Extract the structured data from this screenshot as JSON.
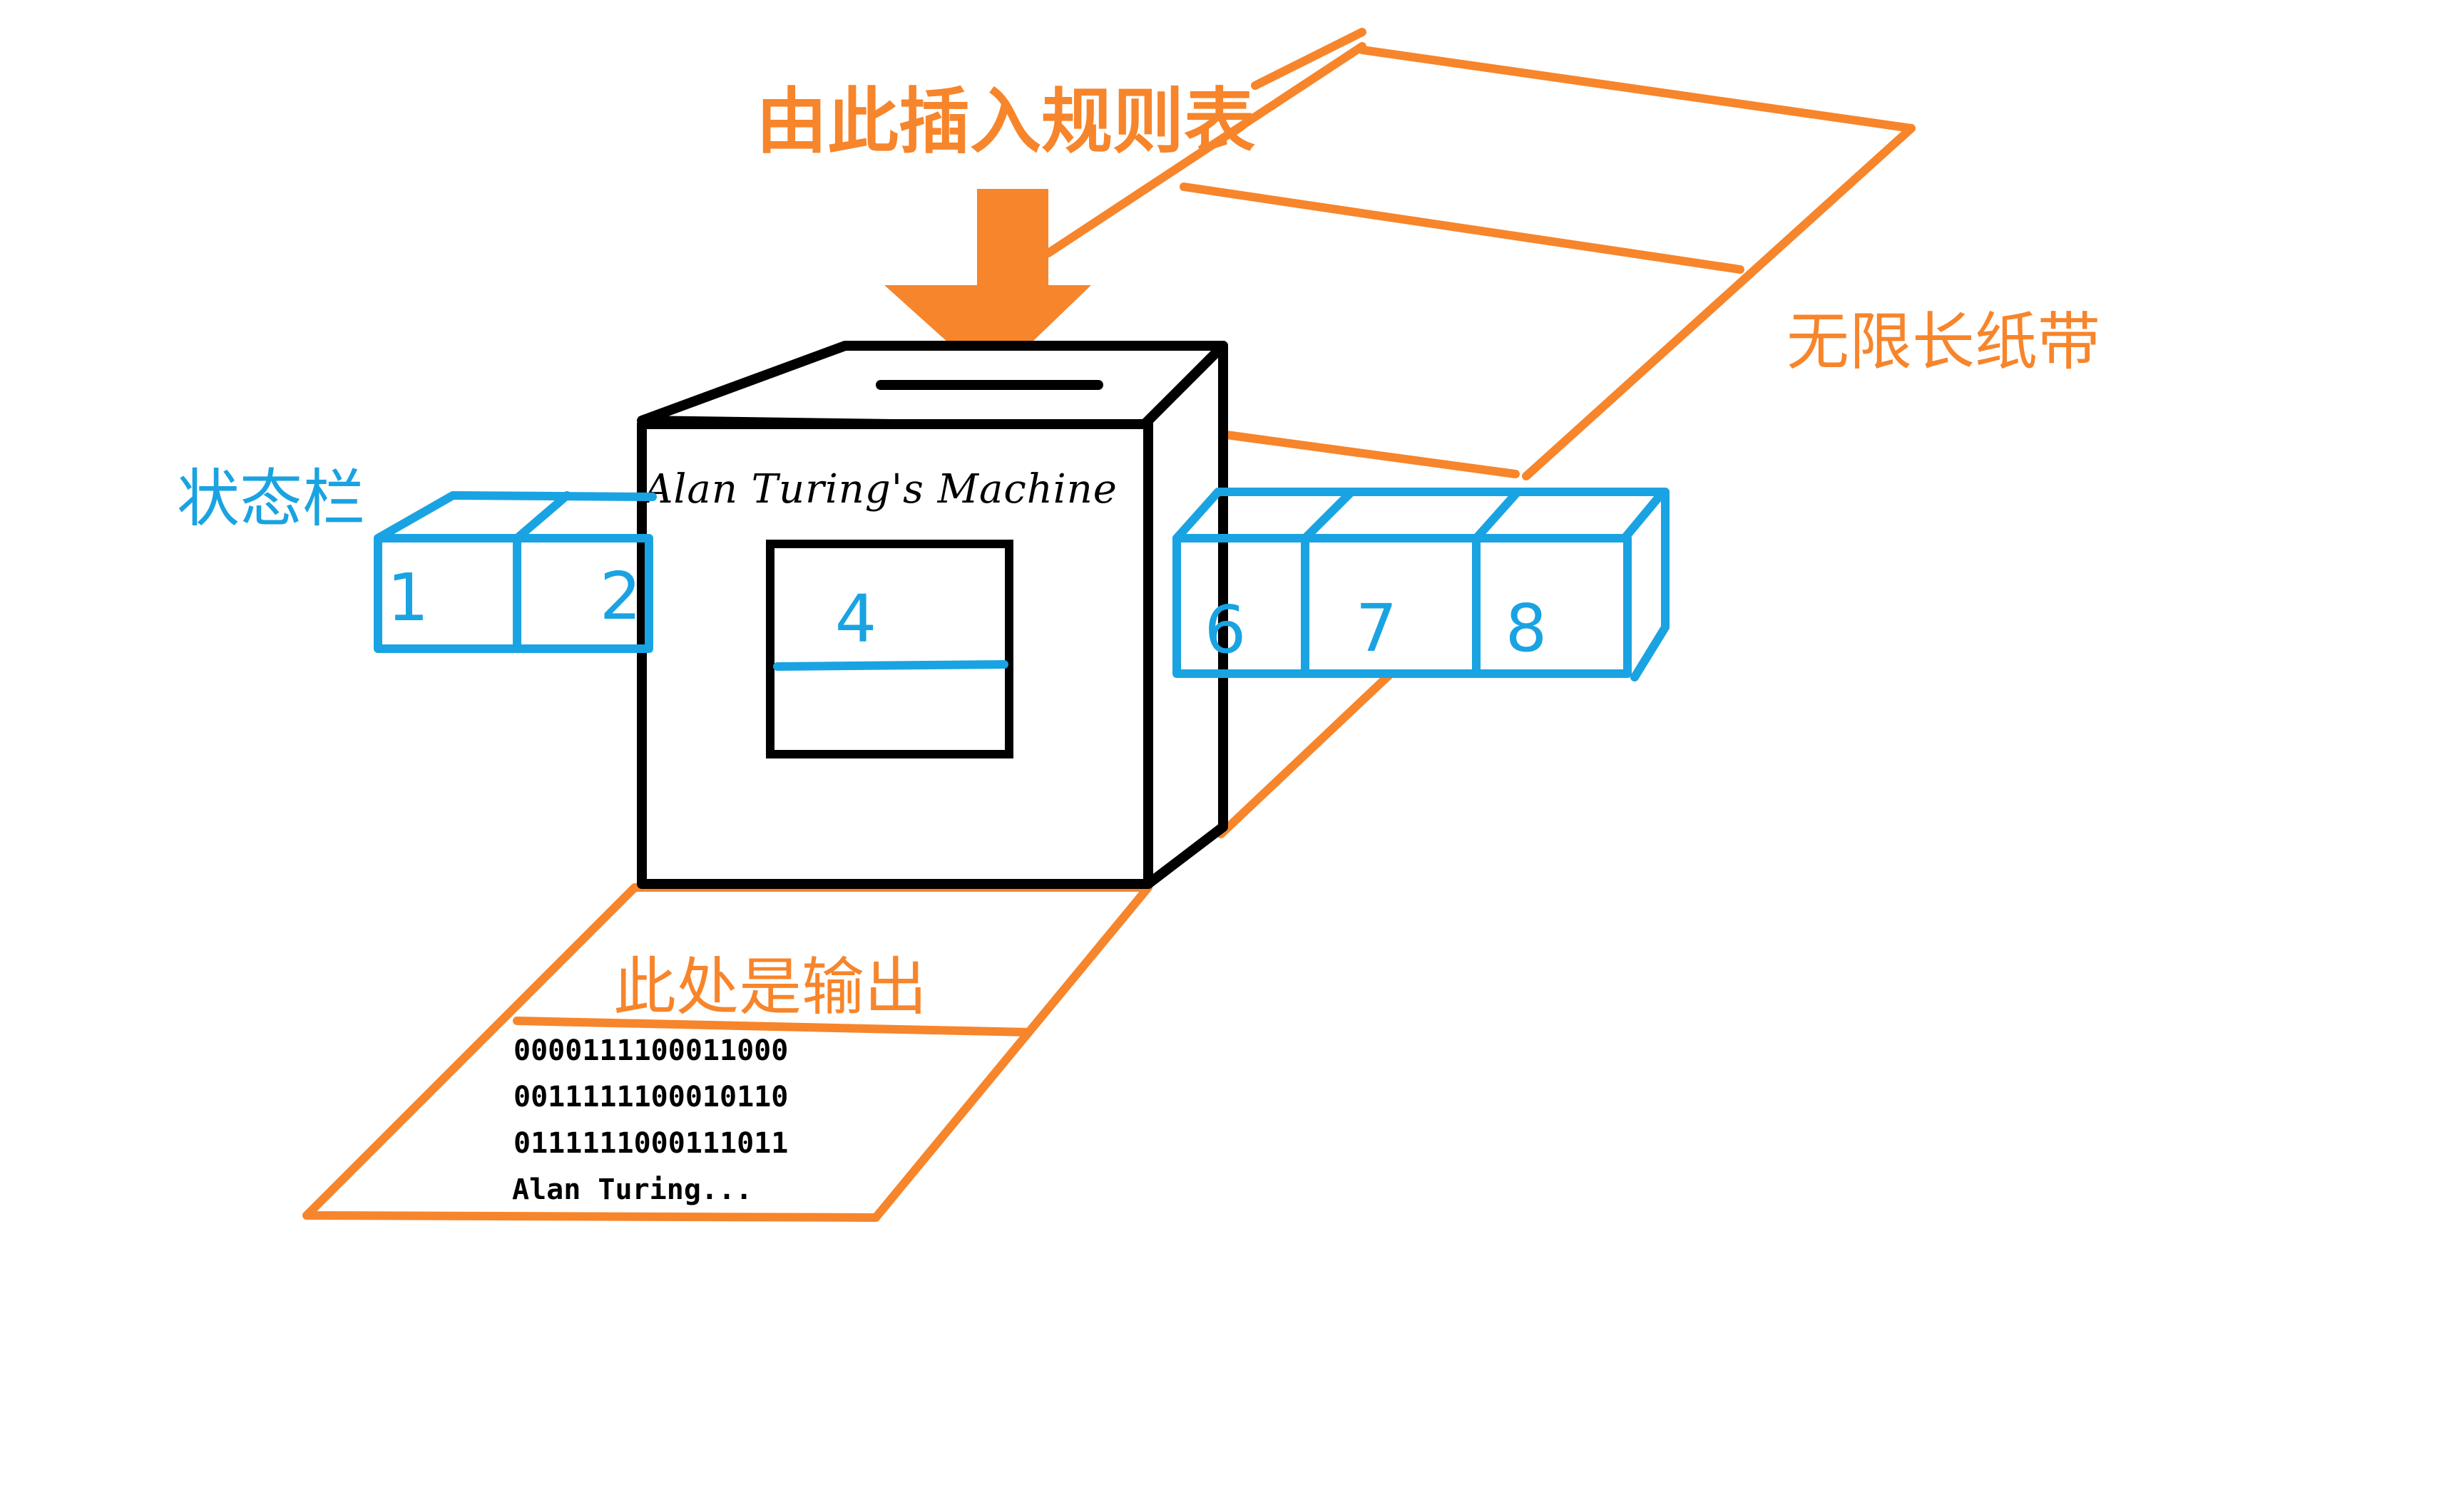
{
  "colors": {
    "orange": "#f7852b",
    "blue": "#1aa3e2",
    "black": "#000000"
  },
  "labels": {
    "insert_rules": "由此插入规则表",
    "infinite_tape": "无限长纸带",
    "status_bar": "状态栏",
    "output_here": "此处是输出",
    "machine_name": "Alan Turing's Machine"
  },
  "status_cells": [
    "1",
    "2"
  ],
  "window_cell": "4",
  "tape_cells": [
    "6",
    "7",
    "8"
  ],
  "output_lines": [
    "0000111100011000",
    "0011111100010110",
    "0111111000111011",
    "Alan Turing..."
  ]
}
